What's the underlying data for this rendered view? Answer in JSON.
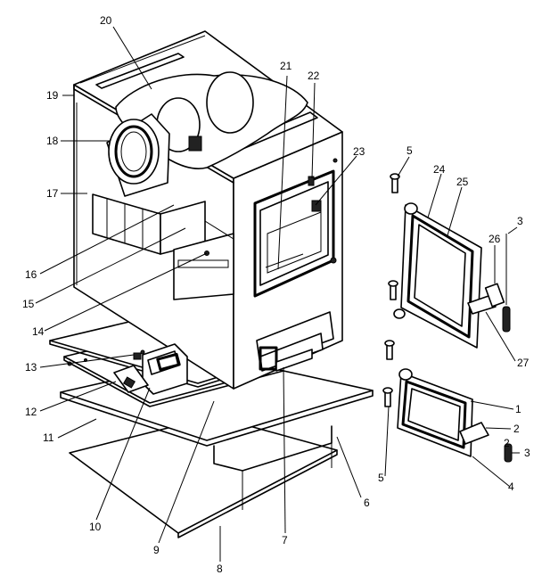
{
  "callouts": [
    {
      "id": "c1",
      "text": "1"
    },
    {
      "id": "c2a",
      "text": "2"
    },
    {
      "id": "c2b",
      "text": "2"
    },
    {
      "id": "c3a",
      "text": "3"
    },
    {
      "id": "c3b",
      "text": "3"
    },
    {
      "id": "c4",
      "text": "4"
    },
    {
      "id": "c5a",
      "text": "5"
    },
    {
      "id": "c5b",
      "text": "5"
    },
    {
      "id": "c6",
      "text": "6"
    },
    {
      "id": "c7",
      "text": "7"
    },
    {
      "id": "c8",
      "text": "8"
    },
    {
      "id": "c9",
      "text": "9"
    },
    {
      "id": "c10",
      "text": "10"
    },
    {
      "id": "c11",
      "text": "11"
    },
    {
      "id": "c12",
      "text": "12"
    },
    {
      "id": "c13",
      "text": "13"
    },
    {
      "id": "c14",
      "text": "14"
    },
    {
      "id": "c15",
      "text": "15"
    },
    {
      "id": "c16",
      "text": "16"
    },
    {
      "id": "c17",
      "text": "17"
    },
    {
      "id": "c18",
      "text": "18"
    },
    {
      "id": "c19",
      "text": "19"
    },
    {
      "id": "c20",
      "text": "20"
    },
    {
      "id": "c21",
      "text": "21"
    },
    {
      "id": "c22",
      "text": "22"
    },
    {
      "id": "c23",
      "text": "23"
    },
    {
      "id": "c24",
      "text": "24"
    },
    {
      "id": "c25",
      "text": "25"
    },
    {
      "id": "c26",
      "text": "26"
    },
    {
      "id": "c27",
      "text": "27"
    }
  ]
}
